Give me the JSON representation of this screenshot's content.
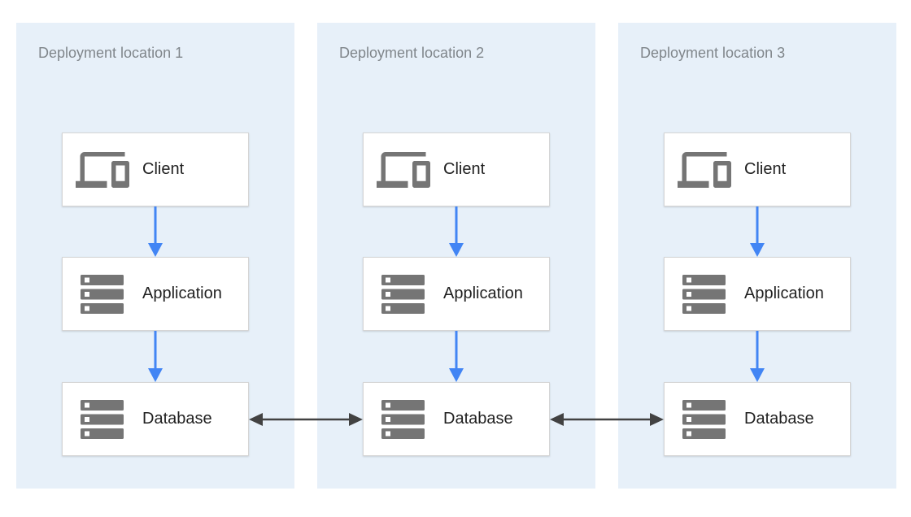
{
  "diagram": {
    "panels": [
      {
        "title": "Deployment location 1",
        "nodes": [
          {
            "label": "Client",
            "icon": "devices-icon"
          },
          {
            "label": "Application",
            "icon": "server-stack-icon"
          },
          {
            "label": "Database",
            "icon": "server-stack-icon"
          }
        ]
      },
      {
        "title": "Deployment location 2",
        "nodes": [
          {
            "label": "Client",
            "icon": "devices-icon"
          },
          {
            "label": "Application",
            "icon": "server-stack-icon"
          },
          {
            "label": "Database",
            "icon": "server-stack-icon"
          }
        ]
      },
      {
        "title": "Deployment location 3",
        "nodes": [
          {
            "label": "Client",
            "icon": "devices-icon"
          },
          {
            "label": "Application",
            "icon": "server-stack-icon"
          },
          {
            "label": "Database",
            "icon": "server-stack-icon"
          }
        ]
      }
    ],
    "connections": {
      "vertical_flow": [
        "Client to Application",
        "Application to Database"
      ],
      "horizontal_replication": [
        "Database 1 and Database 2",
        "Database 2 and Database 3"
      ]
    },
    "colors": {
      "panel_bg": "#e7f0f9",
      "node_bg": "#ffffff",
      "node_border": "#d5d5d5",
      "flow_arrow": "#4285f4",
      "replication_arrow": "#424242",
      "icon_gray": "#757575",
      "title_text": "#80868b",
      "label_text": "#212121"
    }
  }
}
